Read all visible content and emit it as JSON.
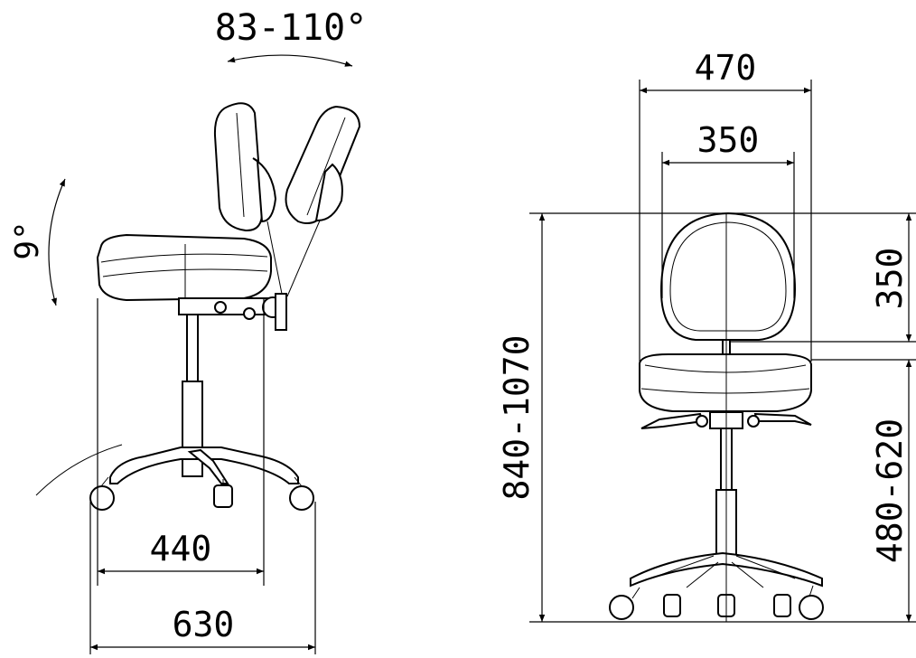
{
  "side_view": {
    "backrest_angle_label": "83-110°",
    "seat_tilt_label": "9°",
    "depth_label": "440",
    "base_width_label": "630"
  },
  "front_view": {
    "outer_width_label": "470",
    "inner_width_label": "350",
    "backrest_height_label": "350",
    "total_height_label": "840-1070",
    "seat_height_label": "480-620"
  }
}
